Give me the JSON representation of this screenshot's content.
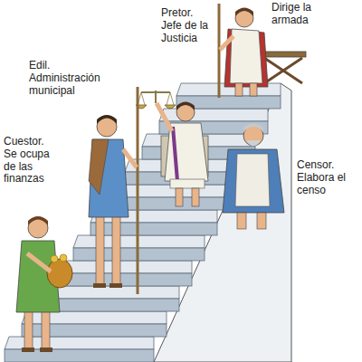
{
  "diagram": {
    "labels": [
      "Dirige la armada",
      "Pretor. Jefe de la Justicia",
      "Edil. Administración municipal",
      "Censor. Elabora el censo",
      "Cuestor. Se ocupa de las finanzas"
    ]
  }
}
